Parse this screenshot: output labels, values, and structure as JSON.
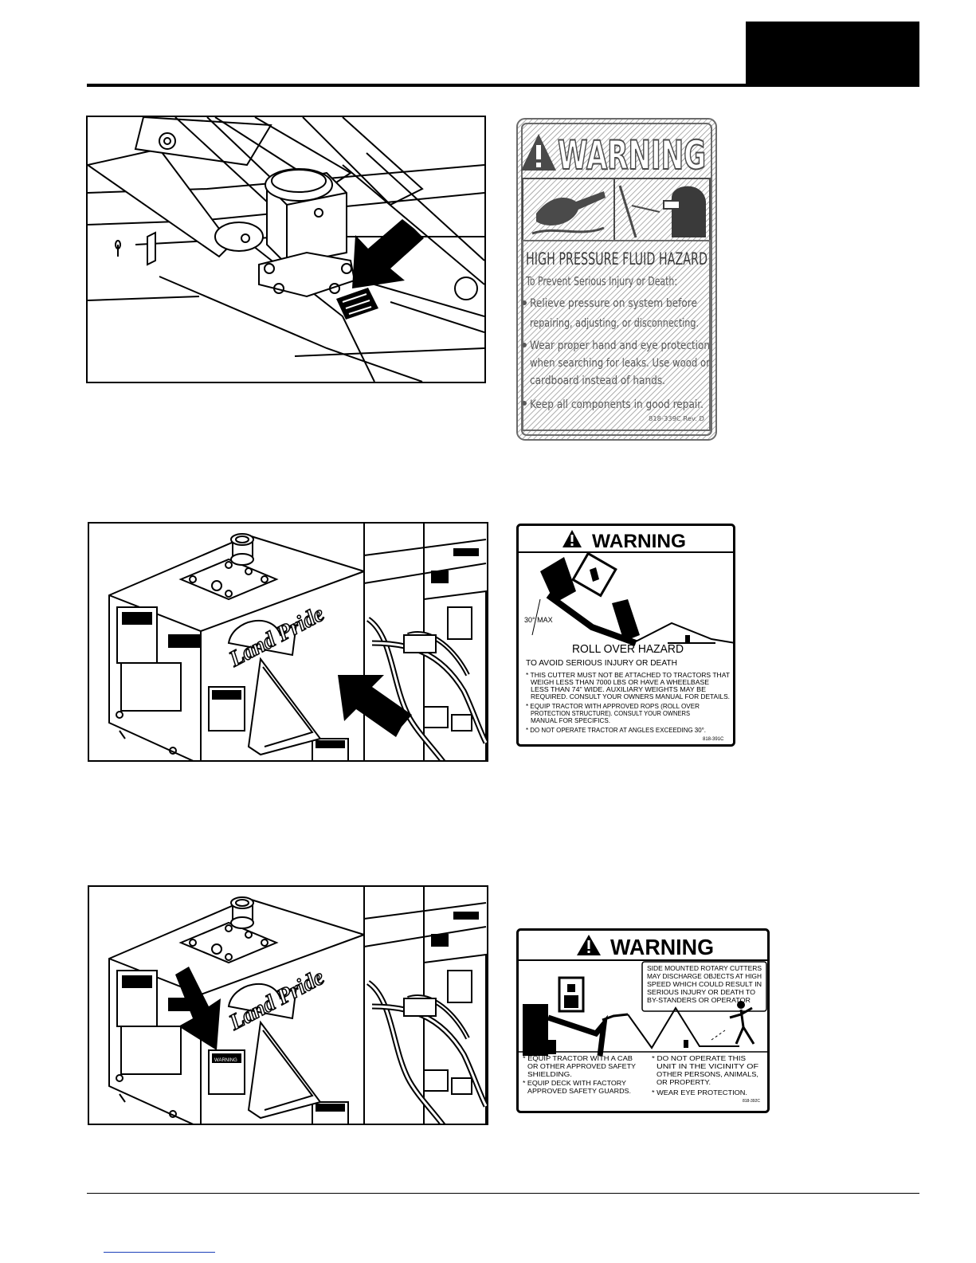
{
  "decal_1": {
    "headline": "WARNING",
    "hazard_title": "HIGH PRESSURE FLUID HAZARD",
    "subtitle": "To Prevent Serious Injury or Death:",
    "bullet_1_line_1": "Relieve pressure on system before",
    "bullet_1_line_2": "repairing, adjusting, or disconnecting.",
    "bullet_2_line_1": "Wear proper hand and eye protection",
    "bullet_2_line_2": "when searching for leaks. Use wood or",
    "bullet_2_line_3": "cardboard instead of hands.",
    "bullet_3_line_1": "Keep all components in good repair.",
    "part_number": "818-339C Rev. D"
  },
  "decal_2": {
    "headline": "WARNING",
    "angle_label": "30° MAX",
    "hazard_title": "ROLL OVER HAZARD",
    "subtitle": "TO AVOID SERIOUS INJURY OR DEATH",
    "bullet_1_line_1": "* THIS CUTTER MUST NOT BE ATTACHED TO TRACTORS THAT",
    "bullet_1_line_2": "WEIGH LESS THAN 7000 LBS OR HAVE A WHEELBASE",
    "bullet_1_line_3": "LESS THAN 74\" WIDE.  AUXILIARY WEIGHTS MAY BE",
    "bullet_1_line_4": "REQUIRED. CONSULT YOUR OWNERS MANUAL FOR DETAILS.",
    "bullet_2_line_1": "* EQUIP TRACTOR WITH APPROVED ROPS (ROLL OVER",
    "bullet_2_line_2": "PROTECTION STRUCTURE). CONSULT YOUR OWNERS",
    "bullet_2_line_3": "MANUAL FOR SPECIFICS.",
    "bullet_3_line_1": "* DO NOT OPERATE TRACTOR AT ANGLES EXCEEDING 30°.",
    "part_number": "818-391C"
  },
  "decal_3": {
    "headline": "WARNING",
    "box_line_1": "SIDE MOUNTED ROTARY CUTTERS",
    "box_line_2": "MAY DISCHARGE OBJECTS AT HIGH",
    "box_line_3": "SPEED WHICH COULD RESULT IN",
    "box_line_4": "SERIOUS INJURY OR DEATH TO",
    "box_line_5": "BY-STANDERS OR OPERATOR",
    "left_1_line_1": "* EQUIP TRACTOR WITH A CAB",
    "left_1_line_2": "OR OTHER APPROVED SAFETY",
    "left_1_line_3": "SHIELDING.",
    "left_2_line_1": "* EQUIP DECK WITH FACTORY",
    "left_2_line_2": "APPROVED SAFETY GUARDS.",
    "right_1_line_1": "* DO NOT OPERATE THIS",
    "right_1_line_2": "UNIT IN THE VICINITY OF",
    "right_1_line_3": "OTHER PERSONS, ANIMALS,",
    "right_1_line_4": "OR PROPERTY.",
    "right_2_line_1": "* WEAR EYE PROTECTION.",
    "part_number": "818-392C"
  },
  "illustrations": {
    "brand_logo_text": "Land Pride",
    "small_decal_text": "WARNING"
  },
  "colors": {
    "ink": "#000000",
    "paper": "#ffffff",
    "decal_1_gray": "#6b6b6b",
    "footer_link": "#1a3fb8"
  }
}
